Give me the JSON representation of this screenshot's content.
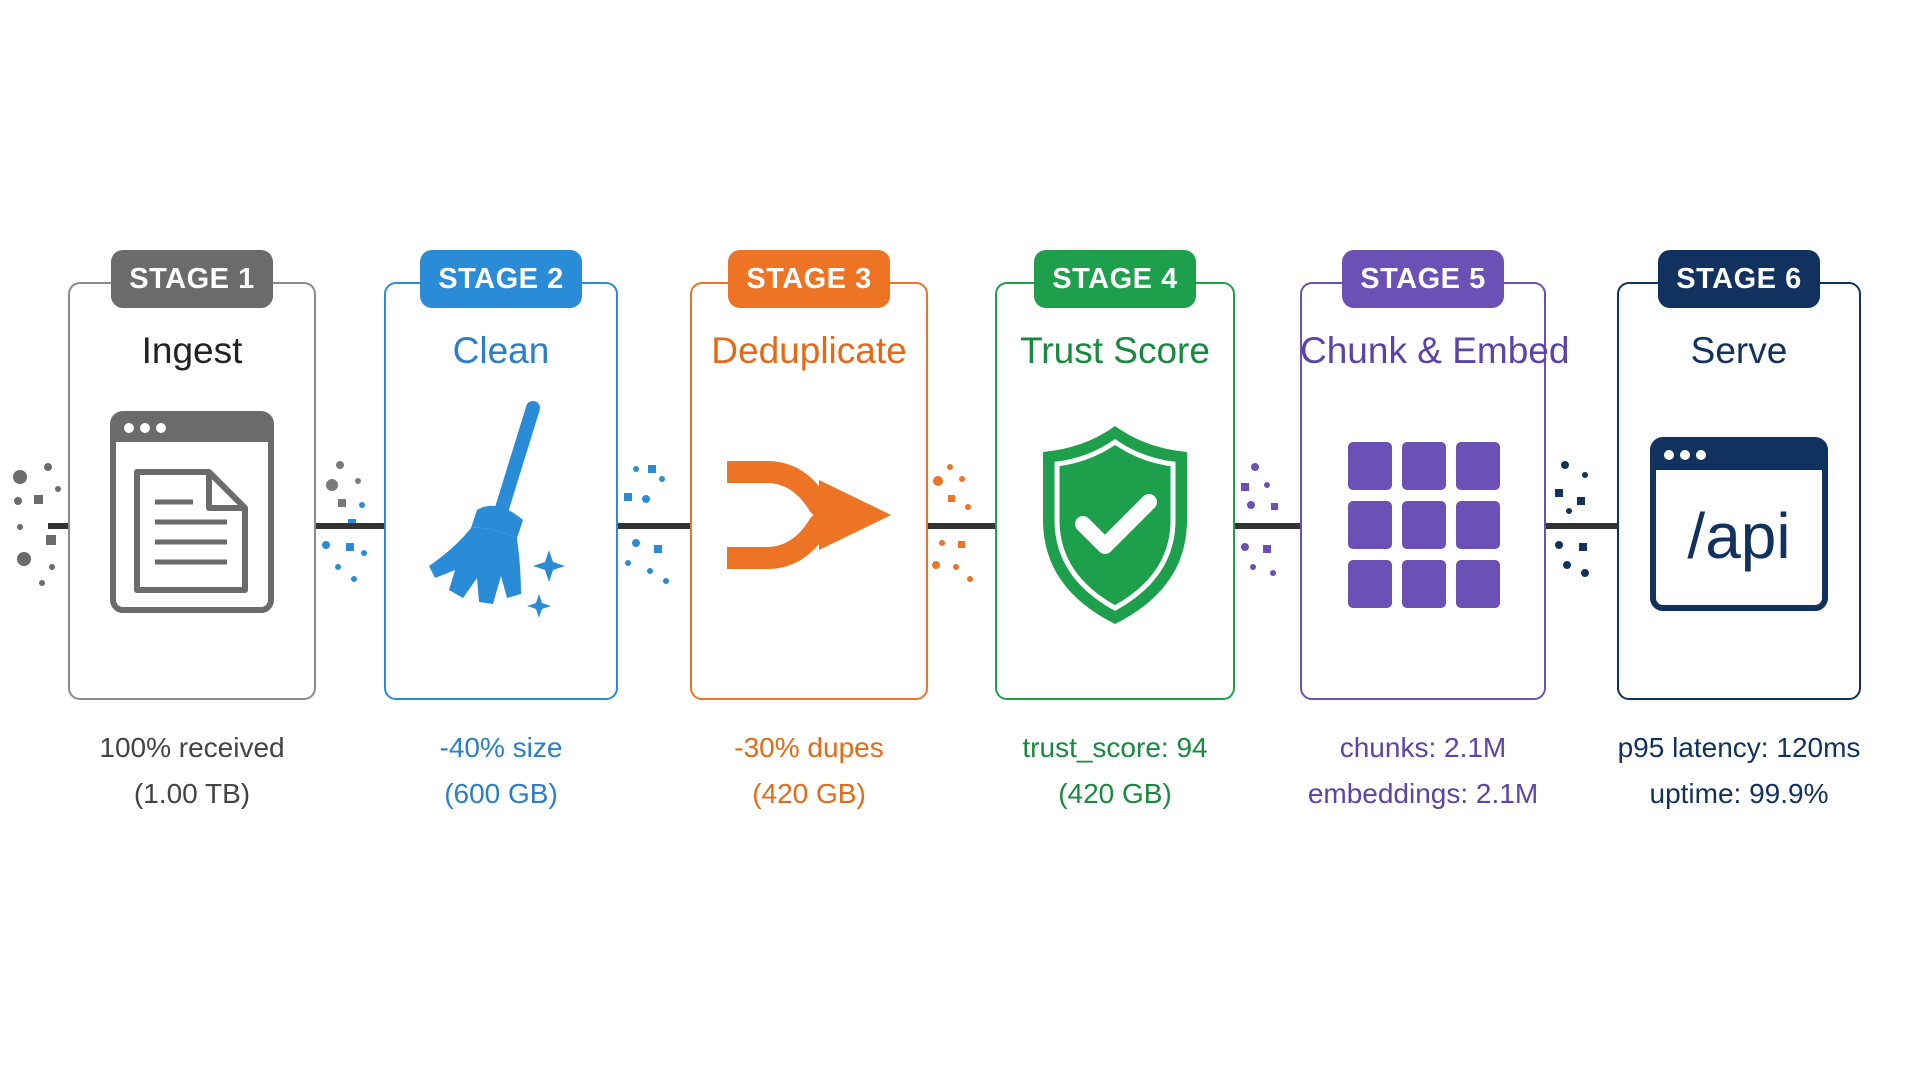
{
  "stages": [
    {
      "badge": "STAGE 1",
      "title": "Ingest",
      "stat1": "100% received",
      "stat2": "(1.00 TB)",
      "color": "#5f6368",
      "icon": "document-window-icon"
    },
    {
      "badge": "STAGE 2",
      "title": "Clean",
      "stat1": "-40% size",
      "stat2": "(600 GB)",
      "color": "#2a8bd6",
      "icon": "broom-icon"
    },
    {
      "badge": "STAGE 3",
      "title": "Deduplicate",
      "stat1": "-30% dupes",
      "stat2": "(420 GB)",
      "color": "#ec7424",
      "icon": "merge-arrow-icon"
    },
    {
      "badge": "STAGE 4",
      "title": "Trust Score",
      "stat1": "trust_score: 94",
      "stat2": "(420 GB)",
      "color": "#1e9f4b",
      "icon": "shield-check-icon"
    },
    {
      "badge": "STAGE 5",
      "title": "Chunk & Embed",
      "stat1": "chunks: 2.1M",
      "stat2": "embeddings: 2.1M",
      "color": "#6b50b5",
      "icon": "grid-icon"
    },
    {
      "badge": "STAGE 6",
      "title": "Serve",
      "stat1": "p95 latency: 120ms",
      "stat2": "uptime: 99.9%",
      "color": "#11315e",
      "icon": "api-window-icon",
      "api_label": "/api"
    }
  ],
  "connector_colors": [
    "#6b6b6b",
    "#2a8bd6",
    "#ec7424",
    "#1e9f4b",
    "#6b50b5",
    "#11315e"
  ]
}
